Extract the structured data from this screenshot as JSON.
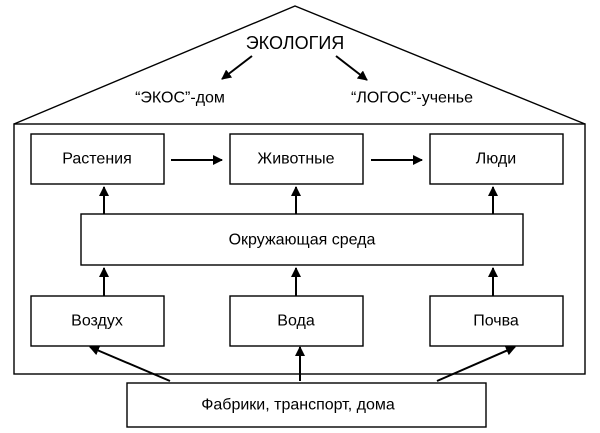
{
  "diagram": {
    "title": "ЭКОЛОГИЯ",
    "roots": {
      "left": "“ЭКОС”-дом",
      "right": "“ЛОГОС”-ученье"
    },
    "top_row": [
      "Растения",
      "Животные",
      "Люди"
    ],
    "middle": "Окружающая среда",
    "bottom_row": [
      "Воздух",
      "Вода",
      "Почва"
    ],
    "source": "Фабрики, транспорт, дома"
  }
}
